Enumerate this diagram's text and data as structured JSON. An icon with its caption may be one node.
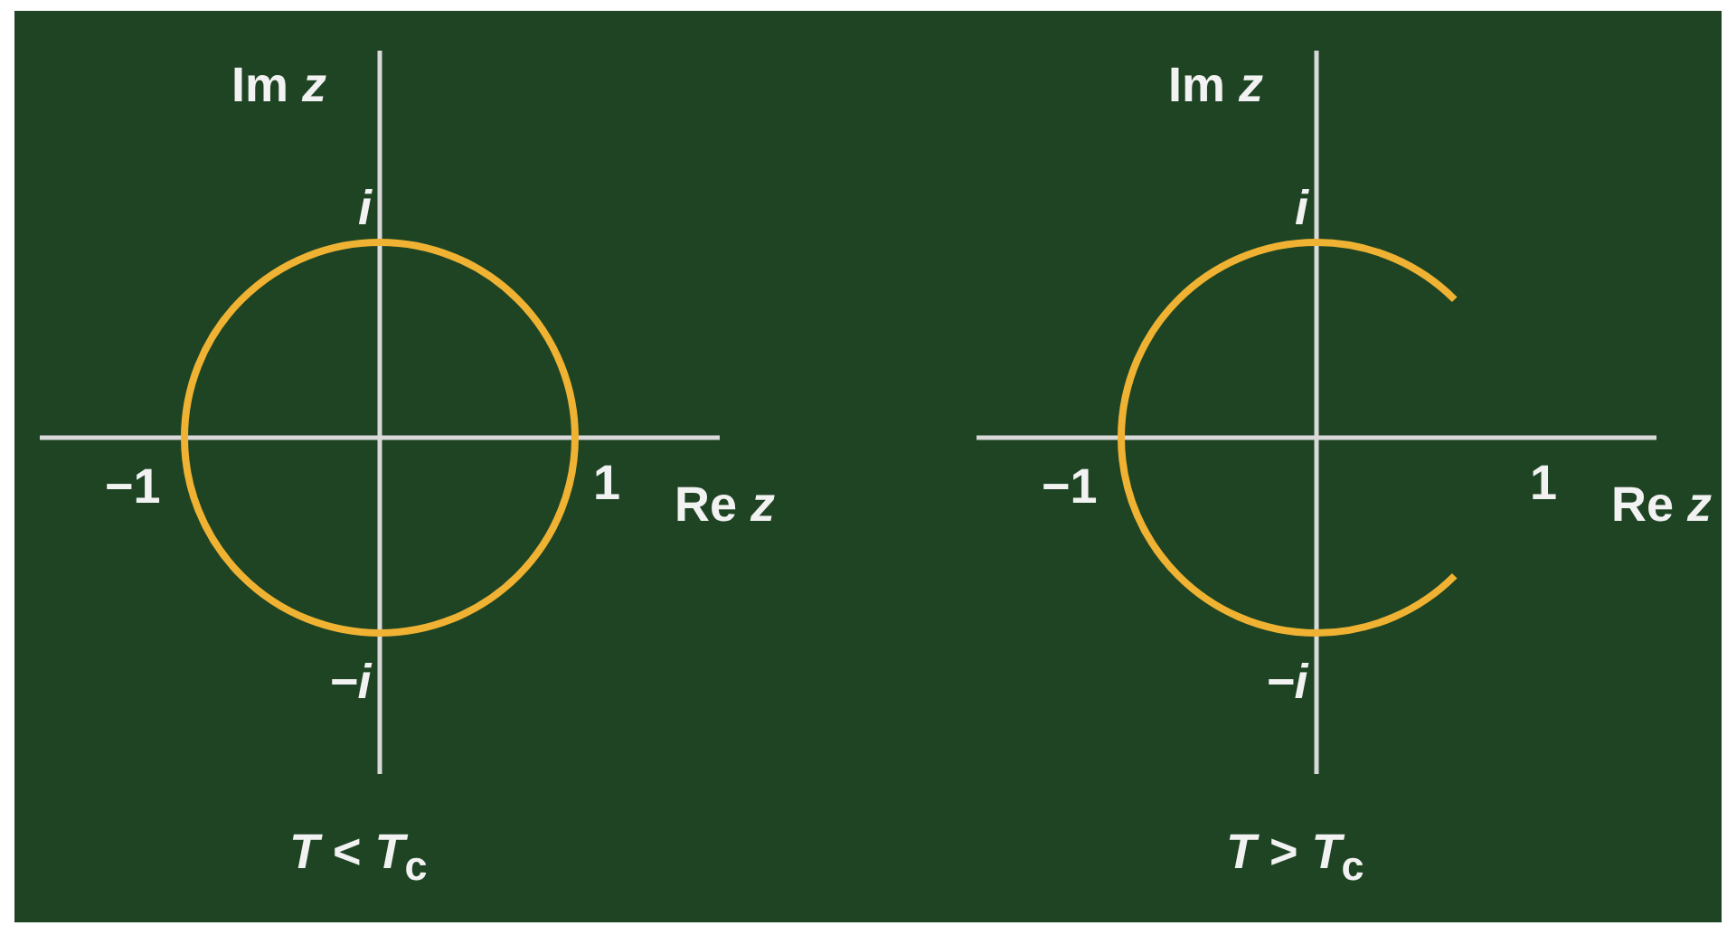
{
  "diagram": {
    "labels": [
      "Im *z*",
      "i",
      "−1",
      "1",
      "Re *z*",
      "−i",
      "*T* < *T*$_{c}$",
      "Im *z*",
      "i",
      "−1",
      "1",
      "Re *z*",
      "−i",
      "*T* > *T*$_{c}$"
    ]
  }
}
